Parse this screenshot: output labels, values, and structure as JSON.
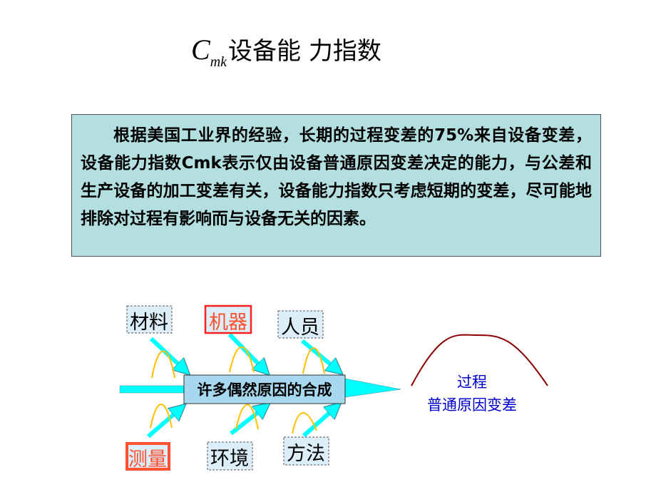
{
  "title": {
    "c": "C",
    "sub": "mk",
    "text": "设备能 力指数"
  },
  "description": "根据美国工业界的经验，长期的过程变差的75%来自设备变差，设备能力指数Cmk表示仅由设备普通原因变差决定的能力，与公差和生产设备的加工变差有关，设备能力指数只考虑短期的变差，尽可能地排除对过程有影响而与设备无关的因素。",
  "diagram": {
    "head": "许多偶然原因的合成",
    "causes": {
      "materials": "材料",
      "machine": "机器",
      "people": "人员",
      "measurement": "测量",
      "environment": "环境",
      "method": "方法"
    },
    "result_line1": "过程",
    "result_line2": "普通原因变差",
    "colors": {
      "bone": "#00ffff",
      "highlight": "#ff5030",
      "curve": "#ffc000",
      "bell": "#8b0000",
      "result_text": "#0000cc"
    }
  }
}
